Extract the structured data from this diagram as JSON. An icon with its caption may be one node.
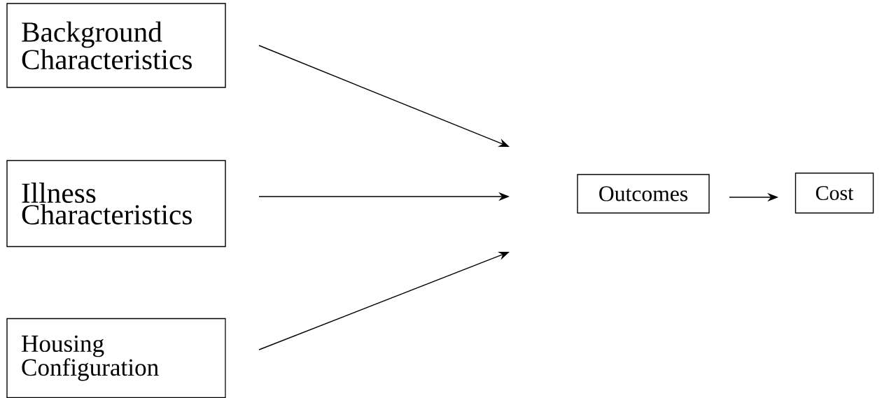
{
  "diagram": {
    "nodes": [
      {
        "text": [
          "Background Characteristics"
        ]
      },
      {
        "text": [
          "Illness Characteristics"
        ]
      },
      {
        "text": [
          "Housing Configuration"
        ]
      },
      {
        "text": [
          "Outcomes"
        ]
      },
      {
        "text": [
          "Cost"
        ]
      }
    ],
    "edges": [
      {
        "from": 0,
        "to": null,
        "arrow": "to"
      },
      {
        "from": 1,
        "to": null,
        "arrow": "to"
      },
      {
        "from": 2,
        "to": null,
        "arrow": "to"
      },
      {
        "from": 3,
        "to": 4,
        "arrow": "to"
      }
    ]
  }
}
